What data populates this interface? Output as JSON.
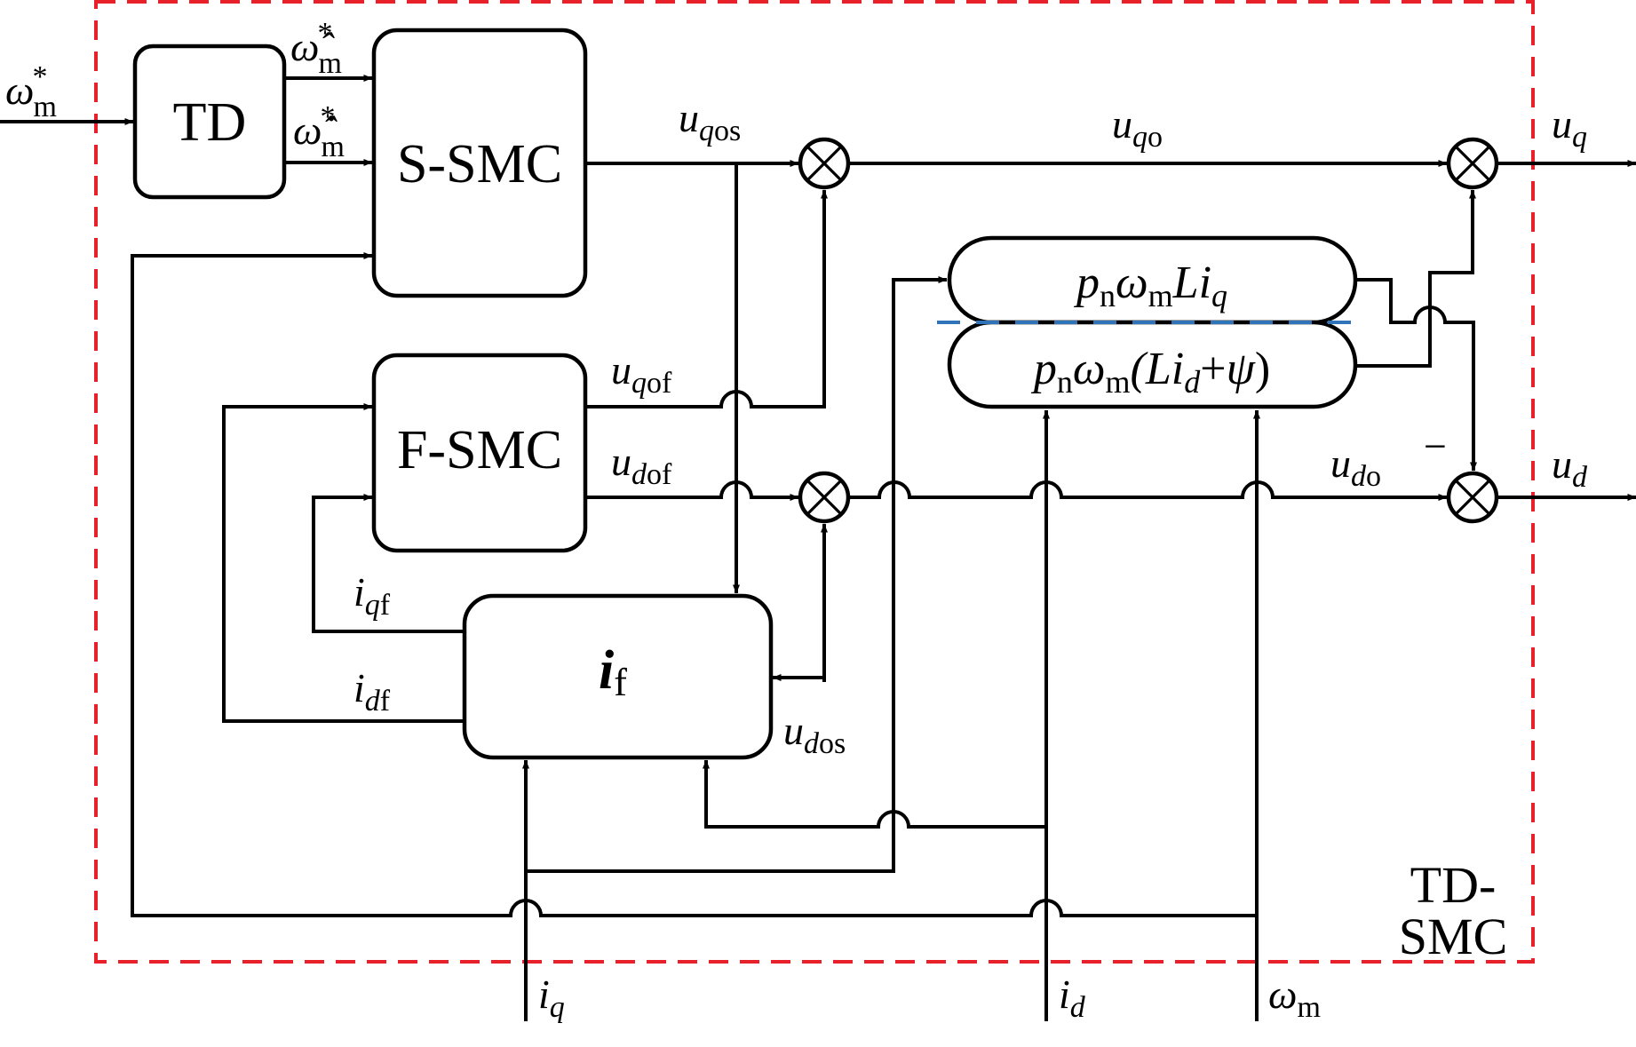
{
  "diagram": {
    "title_block": [
      "TD-",
      "SMC"
    ],
    "frame_color": "#e8202a",
    "split_line_color": "#2f73b8",
    "blocks": {
      "td": "TD",
      "s_smc": "S-SMC",
      "f_smc": "F-SMC",
      "i_f": {
        "main": "i",
        "sub": "f"
      },
      "coupling_q": {
        "text": "p",
        "sub_n": "n",
        "omega": "ω",
        "sub_m": "m",
        "tail": "Li",
        "sub_q": "q"
      },
      "coupling_d": {
        "text": "p",
        "sub_n": "n",
        "omega": "ω",
        "sub_m": "m",
        "open": "(Li",
        "sub_d": "d",
        "plus": "+",
        "psi": "ψ",
        "close": ")"
      }
    },
    "signals": {
      "omega_ref": {
        "sym": "ω",
        "sup": "*",
        "sub": "m"
      },
      "omega_hat": {
        "sym": "ω̂",
        "sup": "*",
        "sub": "m"
      },
      "omega_hat_dot": {
        "sym": "ω̂̇",
        "sup": "*",
        "sub": "m"
      },
      "u_qos": {
        "sym": "u",
        "sub_i": "q",
        "sub": "os"
      },
      "u_qo": {
        "sym": "u",
        "sub_i": "q",
        "sub": "o"
      },
      "u_q": {
        "sym": "u",
        "sub_i": "q"
      },
      "u_qof": {
        "sym": "u",
        "sub_i": "q",
        "sub": "of"
      },
      "u_dof": {
        "sym": "u",
        "sub_i": "d",
        "sub": "of"
      },
      "u_do": {
        "sym": "u",
        "sub_i": "d",
        "sub": "o"
      },
      "u_d": {
        "sym": "u",
        "sub_i": "d"
      },
      "u_dos": {
        "sym": "u",
        "sub_i": "d",
        "sub": "os"
      },
      "i_qf": {
        "sym": "i",
        "sub_i": "q",
        "sub": "f"
      },
      "i_df": {
        "sym": "i",
        "sub_i": "d",
        "sub": "f"
      },
      "i_q": {
        "sym": "i",
        "sub_i": "q"
      },
      "i_d": {
        "sym": "i",
        "sub_i": "d"
      },
      "omega_m": {
        "sym": "ω",
        "sub": "m"
      },
      "minus_sign": "−"
    }
  }
}
